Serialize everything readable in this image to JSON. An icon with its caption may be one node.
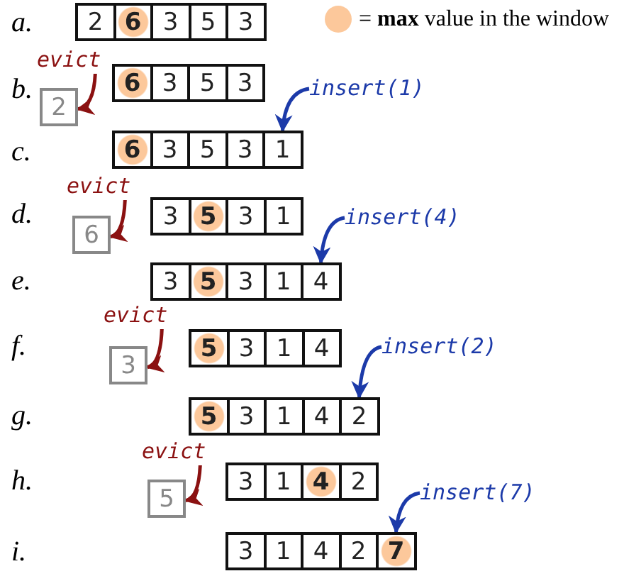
{
  "diagram": {
    "nodes": [
      {
        "text": [
          "2"
        ]
      },
      {
        "text": [
          "6"
        ]
      },
      {
        "text": [
          "3"
        ]
      },
      {
        "text": [
          "5"
        ]
      },
      {
        "text": [
          "3"
        ]
      },
      {
        "text": [
          "evict"
        ]
      },
      {
        "text": [
          "6"
        ]
      },
      {
        "text": [
          "3"
        ]
      },
      {
        "text": [
          "5"
        ]
      },
      {
        "text": [
          "3"
        ]
      },
      {
        "text": [
          "2"
        ]
      },
      {
        "text": [
          "insert(1)"
        ]
      },
      {
        "text": [
          "6"
        ]
      },
      {
        "text": [
          "3"
        ]
      },
      {
        "text": [
          "5"
        ]
      },
      {
        "text": [
          "3"
        ]
      },
      {
        "text": [
          "1"
        ]
      },
      {
        "text": [
          "evict"
        ]
      },
      {
        "text": [
          "3"
        ]
      },
      {
        "text": [
          "5"
        ]
      },
      {
        "text": [
          "3"
        ]
      },
      {
        "text": [
          "1"
        ]
      },
      {
        "text": [
          "6"
        ]
      },
      {
        "text": [
          "insert(4)"
        ]
      },
      {
        "text": [
          "3"
        ]
      },
      {
        "text": [
          "5"
        ]
      },
      {
        "text": [
          "3"
        ]
      },
      {
        "text": [
          "1"
        ]
      },
      {
        "text": [
          "4"
        ]
      },
      {
        "text": [
          "evict"
        ]
      },
      {
        "text": [
          "5"
        ]
      },
      {
        "text": [
          "3"
        ]
      },
      {
        "text": [
          "1"
        ]
      },
      {
        "text": [
          "4"
        ]
      },
      {
        "text": [
          "3"
        ]
      },
      {
        "text": [
          "insert(2)"
        ]
      },
      {
        "text": [
          "5"
        ]
      },
      {
        "text": [
          "3"
        ]
      },
      {
        "text": [
          "1"
        ]
      },
      {
        "text": [
          "4"
        ]
      },
      {
        "text": [
          "2"
        ]
      },
      {
        "text": [
          "evict"
        ]
      },
      {
        "text": [
          "3"
        ]
      },
      {
        "text": [
          "1"
        ]
      },
      {
        "text": [
          "4"
        ]
      },
      {
        "text": [
          "2"
        ]
      },
      {
        "text": [
          "5"
        ]
      },
      {
        "text": [
          "insert(7)"
        ]
      },
      {
        "text": [
          "3"
        ]
      },
      {
        "text": [
          "1"
        ]
      },
      {
        "text": [
          "4"
        ]
      },
      {
        "text": [
          "2"
        ]
      },
      {
        "text": [
          "7"
        ]
      }
    ],
    "edges": [
      {
        "from": 5,
        "to": 10,
        "arrow": "to",
        "color": "#8b1111"
      },
      {
        "from": 11,
        "to": 16,
        "arrow": "to",
        "color": "#1c3aa9"
      },
      {
        "from": 17,
        "to": 22,
        "arrow": "to",
        "color": "#8b1111"
      },
      {
        "from": 23,
        "to": 28,
        "arrow": "to",
        "color": "#1c3aa9"
      },
      {
        "from": 29,
        "to": 34,
        "arrow": "to",
        "color": "#8b1111"
      },
      {
        "from": 35,
        "to": 40,
        "arrow": "to",
        "color": "#1c3aa9"
      },
      {
        "from": 41,
        "to": 46,
        "arrow": "to",
        "color": "#8b1111"
      },
      {
        "from": 47,
        "to": 52,
        "arrow": "to",
        "color": "#1c3aa9"
      }
    ],
    "labels": [
      "a.",
      "b.",
      "c.",
      "d.",
      "e.",
      "f.",
      "g.",
      "h.",
      "i."
    ],
    "legend": [
      {
        "text": "= **max** value in the window",
        "color": "#fcc89b"
      }
    ]
  }
}
